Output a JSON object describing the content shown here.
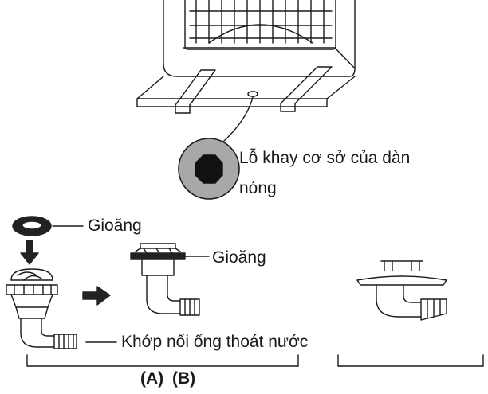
{
  "labels": {
    "base_hole_line1": "Lỗ khay cơ sở của dàn",
    "base_hole_line2": "nóng",
    "gasket_1": "Gioăng",
    "gasket_2": "Gioăng",
    "drain_joint": "Khớp nối ống thoát nước",
    "group_a": "(A)",
    "group_b": "(B)"
  },
  "colors": {
    "line": "#1a1a1a",
    "hole_disc": "#a8a8a8",
    "hole_center": "#111111",
    "gasket": "#222222"
  }
}
